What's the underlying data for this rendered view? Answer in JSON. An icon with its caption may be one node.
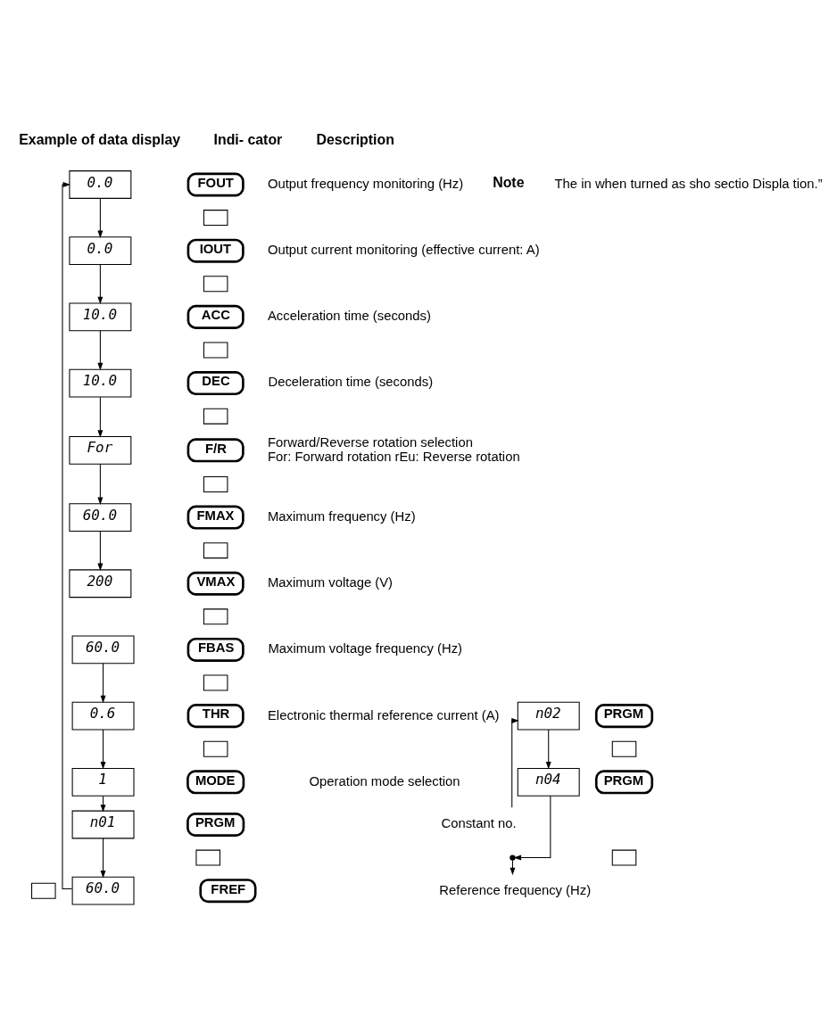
{
  "diagram": {
    "nodes": [
      {
        "text": [
          "0.0"
        ]
      },
      {
        "text": [
          "FOUT"
        ]
      },
      {
        "text": [
          "Output frequency monitoring (Hz)"
        ]
      },
      {
        "text": [],
        "shape": "box"
      },
      {
        "text": [
          "0.0"
        ]
      },
      {
        "text": [
          "IOUT"
        ]
      },
      {
        "text": [
          "Output current monitoring (effective current: A)"
        ]
      },
      {
        "text": [],
        "shape": "box"
      },
      {
        "text": [
          "10.0"
        ]
      },
      {
        "text": [
          "ACC"
        ]
      },
      {
        "text": [
          "Acceleration time (seconds)"
        ]
      },
      {
        "text": [],
        "shape": "box"
      },
      {
        "text": [
          "10.0"
        ]
      },
      {
        "text": [
          "DEC"
        ]
      },
      {
        "text": [
          "Deceleration time (seconds)"
        ]
      },
      {
        "text": [],
        "shape": "box"
      },
      {
        "text": [
          "For"
        ]
      },
      {
        "text": [
          "F/R"
        ]
      },
      {
        "text": [
          "Forward/Reverse rotation selection",
          "For: Forward rotation rEu: Reverse rotation"
        ]
      },
      {
        "text": [],
        "shape": "box"
      },
      {
        "text": [
          "60.0"
        ]
      },
      {
        "text": [
          "FMAX"
        ]
      },
      {
        "text": [
          "Maximum frequency (Hz)"
        ]
      },
      {
        "text": [],
        "shape": "box"
      },
      {
        "text": [
          "200"
        ]
      },
      {
        "text": [
          "VMAX"
        ]
      },
      {
        "text": [
          "Maximum voltage (V)"
        ]
      },
      {
        "text": [],
        "shape": "box"
      },
      {
        "text": [
          "60.0"
        ]
      },
      {
        "text": [
          "FBAS"
        ]
      },
      {
        "text": [
          "Maximum voltage frequency (Hz)"
        ]
      },
      {
        "text": [],
        "shape": "box"
      },
      {
        "text": [
          "0.6"
        ]
      },
      {
        "text": [
          "THR"
        ]
      },
      {
        "text": [
          "Electronic thermal reference current (A)"
        ]
      },
      {
        "text": [],
        "shape": "box"
      },
      {
        "text": [
          "1"
        ]
      },
      {
        "text": [
          "MODE"
        ]
      },
      {
        "text": [
          "Operation mode selection"
        ]
      },
      {
        "text": [
          "n01"
        ]
      },
      {
        "text": [
          "PRGM"
        ]
      },
      {
        "text": [
          "Constant no."
        ]
      },
      {
        "text": [
          "n02"
        ]
      },
      {
        "text": [
          "PRGM"
        ]
      },
      {
        "text": [],
        "shape": "box"
      },
      {
        "text": [
          "n04"
        ]
      },
      {
        "text": [
          "PRGM"
        ]
      },
      {
        "text": [],
        "shape": "dots"
      },
      {
        "text": [],
        "shape": "box"
      },
      {
        "text": [],
        "shape": "box"
      },
      {
        "text": [],
        "shape": "box"
      },
      {
        "text": [
          "60.0"
        ]
      },
      {
        "text": [
          "FREF"
        ]
      },
      {
        "text": [
          "Reference frequency (Hz)"
        ]
      }
    ],
    "edges": [
      {
        "from": 0,
        "to": 4,
        "arrow": "to"
      },
      {
        "from": 4,
        "to": 8,
        "arrow": "to"
      },
      {
        "from": 8,
        "to": 12,
        "arrow": "to"
      },
      {
        "from": 12,
        "to": 16,
        "arrow": "to"
      },
      {
        "from": 16,
        "to": 20,
        "arrow": "to"
      },
      {
        "from": 20,
        "to": 24,
        "arrow": "to"
      },
      {
        "from": 28,
        "to": 32,
        "arrow": "to"
      },
      {
        "from": 32,
        "to": 36,
        "arrow": "to"
      },
      {
        "from": 36,
        "to": 39,
        "arrow": "to"
      },
      {
        "from": 39,
        "to": 51,
        "arrow": "to"
      },
      {
        "from": 51,
        "to": 0,
        "arrow": "to"
      },
      {
        "from": 41,
        "to": 42,
        "arrow": "to"
      },
      {
        "from": 42,
        "to": 45,
        "arrow": "to"
      },
      {
        "from": 45,
        "to": 47,
        "arrow": "to"
      },
      {
        "from": 47,
        "to": 53,
        "arrow": "to"
      }
    ],
    "labels": [
      "Example of data display",
      "Indi- cator",
      "Description",
      "Note",
      "The in when turned as sho sectio Displa tion.”"
    ]
  }
}
